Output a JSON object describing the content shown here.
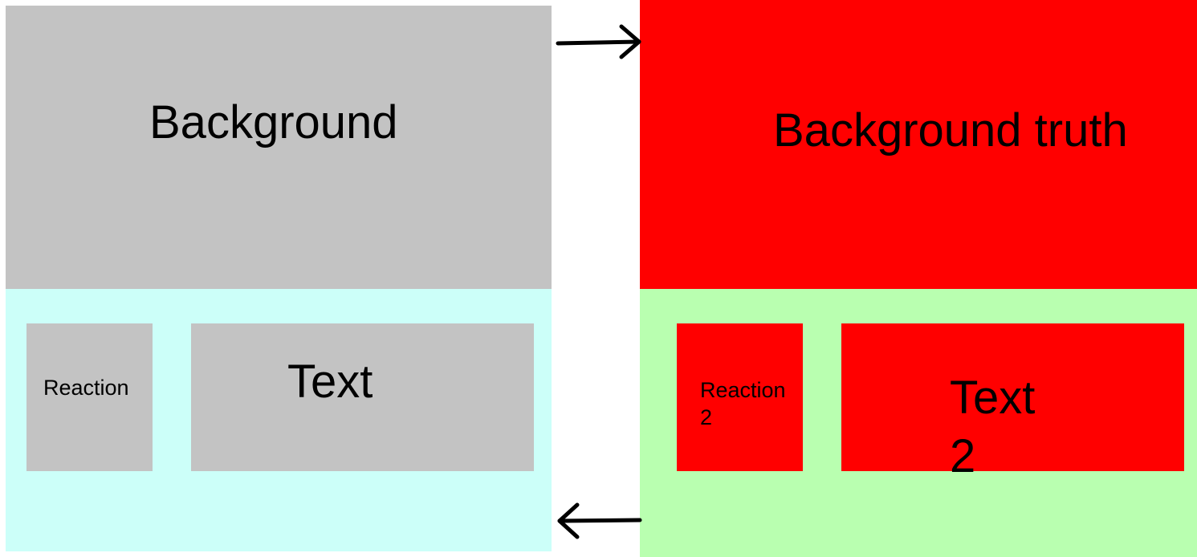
{
  "left": {
    "title": "Background",
    "reaction_label": "Reaction",
    "text_label": "Text"
  },
  "right": {
    "title": "Background truth",
    "reaction_label": "Reaction 2",
    "text_label": "Text 2"
  },
  "colors": {
    "left_top": "#c3c3c3",
    "left_bottom": "#ccfff9",
    "left_boxes": "#c3c3c3",
    "right_top": "#ff0000",
    "right_bottom": "#b9ffb0",
    "right_boxes": "#ff0000",
    "arrow": "#000000"
  },
  "icons": {
    "top_arrow": "arrow-right-icon",
    "bottom_arrow": "arrow-left-icon"
  }
}
